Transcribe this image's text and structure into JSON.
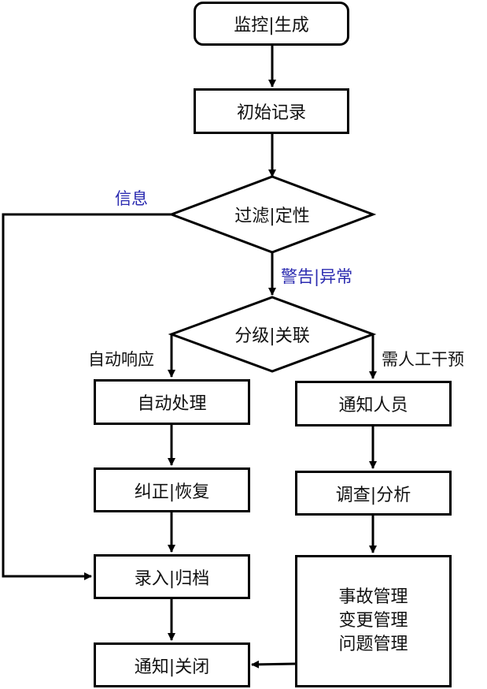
{
  "colors": {
    "line": "#000000",
    "text": "#111111",
    "branch_label_blue": "#2b2bb0"
  },
  "nodes": {
    "monitor": "监控|生成",
    "record": "初始记录",
    "filter": "过滤|定性",
    "classify": "分级|关联",
    "auto_process": "自动处理",
    "correct": "纠正|恢复",
    "archive": "录入|归档",
    "close": "通知|关闭",
    "notify": "通知人员",
    "investigate": "调查|分析",
    "management": [
      "事故管理",
      "变更管理",
      "问题管理"
    ]
  },
  "edge_labels": {
    "info": "信息",
    "warning": "警告|异常",
    "auto_response": "自动响应",
    "manual": "需人工干预"
  }
}
